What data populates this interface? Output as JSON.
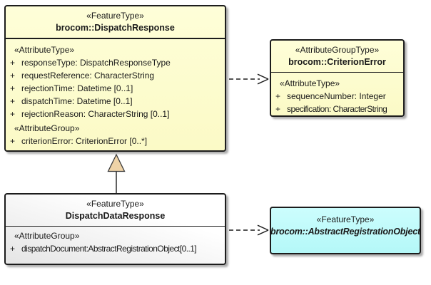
{
  "diagram": {
    "colors": {
      "class_yellow": "#FBFAC6",
      "class_gray": "#EDEDED",
      "class_cyan": "#BFFBFB",
      "triangle_fill": "#EFD3A7",
      "border": "#1C1C1C",
      "background": "#FFFFFF"
    },
    "classes": {
      "dispatchResponse": {
        "stereotype": "«FeatureType»",
        "name": "brocom::DispatchResponse",
        "attr_type_header": "«AttributeType»",
        "attrs": [
          {
            "vis": "+",
            "text": "responseType: DispatchResponseType"
          },
          {
            "vis": "+",
            "text": "requestReference: CharacterString"
          },
          {
            "vis": "+",
            "text": "rejectionTime: Datetime [0..1]"
          },
          {
            "vis": "+",
            "text": "dispatchTime: Datetime [0..1]"
          },
          {
            "vis": "+",
            "text": "rejectionReason: CharacterString [0..1]"
          }
        ],
        "attr_group_header": "«AttributeGroup»",
        "group_attrs": [
          {
            "vis": "+",
            "text": "criterionError: CriterionError [0..*]"
          }
        ]
      },
      "criterionError": {
        "stereotype": "«AttributeGroupType»",
        "name": "brocom::CriterionError",
        "attr_type_header": "«AttributeType»",
        "attrs": [
          {
            "vis": "+",
            "text": "sequenceNumber: Integer"
          },
          {
            "vis": "+",
            "text": "specification: CharacterString"
          }
        ]
      },
      "dispatchDataResponse": {
        "stereotype": "«FeatureType»",
        "name": "DispatchDataResponse",
        "attr_group_header": "«AttributeGroup»",
        "group_attrs": [
          {
            "vis": "+",
            "text": "dispatchDocument:AbstractRegistrationObject[0..1]"
          }
        ]
      },
      "abstractRegistrationObject": {
        "stereotype": "«FeatureType»",
        "name": "brocom::AbstractRegistrationObject"
      }
    },
    "relationships": [
      {
        "type": "dependency",
        "from": "brocom::DispatchResponse",
        "to": "brocom::CriterionError",
        "line": "dashed",
        "arrowhead": "open"
      },
      {
        "type": "generalization",
        "from": "DispatchDataResponse",
        "to": "brocom::DispatchResponse",
        "line": "solid",
        "arrowhead": "triangle"
      },
      {
        "type": "dependency",
        "from": "DispatchDataResponse",
        "to": "brocom::AbstractRegistrationObject",
        "line": "dashed",
        "arrowhead": "open"
      }
    ]
  }
}
